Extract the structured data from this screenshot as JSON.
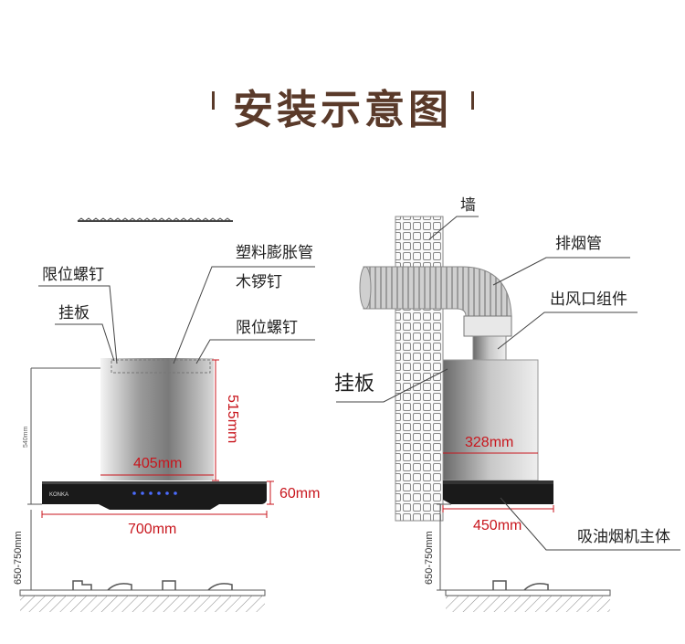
{
  "title": "安装示意图",
  "left": {
    "labels": {
      "plastic_anchor": "塑料膨胀管",
      "wood_screw": "木锣钉",
      "limit_screw_top": "限位螺钉",
      "limit_screw_right": "限位螺钉",
      "hanging_plate": "挂板",
      "brand": "KONKA"
    },
    "dims": {
      "height_515": "515mm",
      "width_405": "405mm",
      "height_60": "60mm",
      "width_700": "700mm",
      "height_540": "540mm",
      "height_650_750": "650-750mm"
    }
  },
  "right": {
    "labels": {
      "wall": "墙",
      "exhaust_pipe": "排烟管",
      "outlet_assembly": "出风口组件",
      "hanging_plate": "挂板",
      "main_body": "吸油烟机主体"
    },
    "dims": {
      "width_328": "328mm",
      "width_450": "450mm",
      "height_650_750": "650-750mm"
    }
  },
  "colors": {
    "title": "#5a3a2a",
    "dimension": "#c8161d"
  }
}
